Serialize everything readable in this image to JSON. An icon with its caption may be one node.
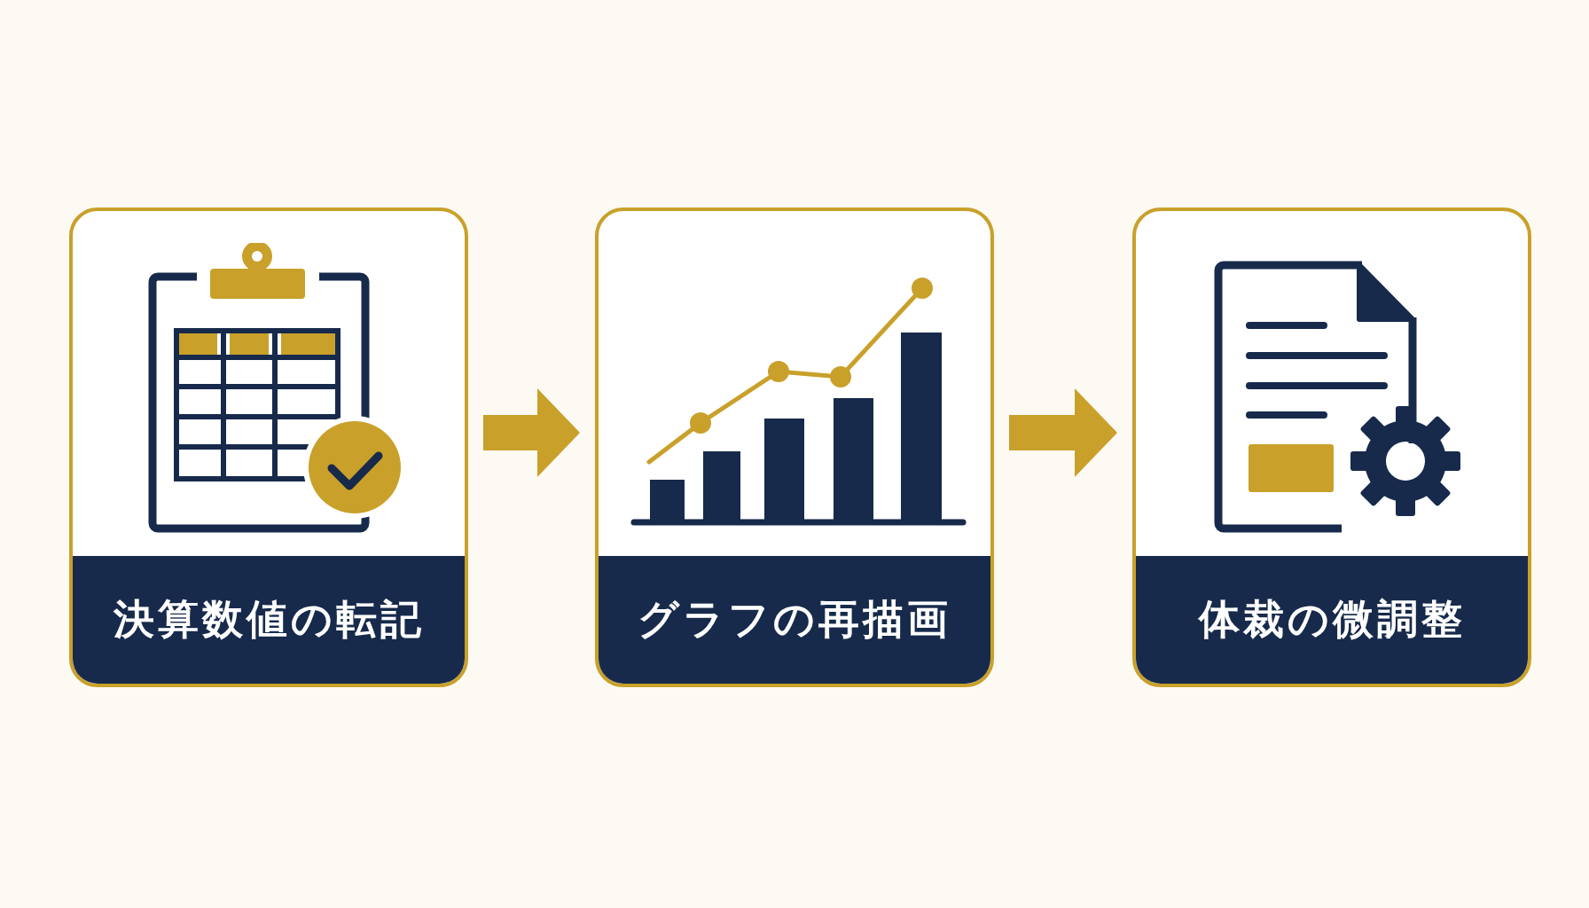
{
  "diagram": {
    "nodes": [
      {
        "text": [
          "決算数値の転記"
        ]
      },
      {
        "text": [
          "グラフの再描画"
        ]
      },
      {
        "text": [
          "体裁の微調整"
        ]
      }
    ],
    "edges": [
      {
        "from": 0,
        "to": 1,
        "arrow": "to"
      },
      {
        "from": 1,
        "to": 2,
        "arrow": "to"
      }
    ]
  }
}
